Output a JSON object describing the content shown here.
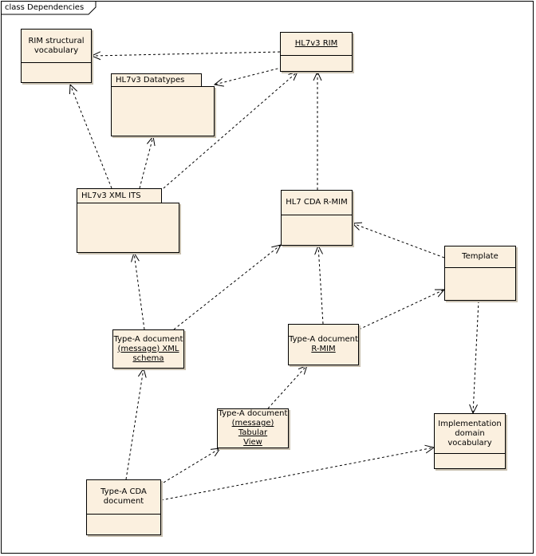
{
  "diagram": {
    "title": "class Dependencies"
  },
  "nodes": {
    "rim_vocab": "RIM structural vocabulary",
    "rim": "HL7v3 RIM",
    "datatypes": "HL7v3 Datatypes",
    "xml_its": "HL7v3 XML ITS",
    "cda_rmim": "HL7 CDA R-MIM",
    "template": "Template",
    "typea_schema_line1": "Type-A document",
    "typea_schema_line2": "(message) XML",
    "typea_schema_line3": "schema",
    "typea_rmim_line1": "Type-A document",
    "typea_rmim_line2": "R-MIM",
    "typea_tabular_line1": "Type-A document",
    "typea_tabular_line2": "(message) Tabular",
    "typea_tabular_line3": "View",
    "impl_vocab_line1": "Implementation",
    "impl_vocab_line2": "domain",
    "impl_vocab_line3": "vocabulary",
    "typea_cda_line1": "Type-A CDA",
    "typea_cda_line2": "document"
  },
  "edges": [
    {
      "from": "HL7v3 RIM",
      "to": "RIM structural vocabulary"
    },
    {
      "from": "HL7v3 RIM",
      "to": "HL7v3 Datatypes"
    },
    {
      "from": "HL7v3 XML ITS",
      "to": "RIM structural vocabulary"
    },
    {
      "from": "HL7v3 XML ITS",
      "to": "HL7v3 Datatypes"
    },
    {
      "from": "HL7v3 XML ITS",
      "to": "HL7v3 RIM"
    },
    {
      "from": "HL7 CDA R-MIM",
      "to": "HL7v3 RIM"
    },
    {
      "from": "Template",
      "to": "HL7 CDA R-MIM"
    },
    {
      "from": "Template",
      "to": "Implementation domain vocabulary"
    },
    {
      "from": "Type-A document (message) XML schema",
      "to": "HL7v3 XML ITS"
    },
    {
      "from": "Type-A document (message) XML schema",
      "to": "HL7 CDA R-MIM"
    },
    {
      "from": "Type-A document R-MIM",
      "to": "HL7 CDA R-MIM"
    },
    {
      "from": "Type-A document R-MIM",
      "to": "Template"
    },
    {
      "from": "Type-A document (message) Tabular View",
      "to": "Type-A document R-MIM"
    },
    {
      "from": "Type-A CDA document",
      "to": "Type-A document (message) XML schema"
    },
    {
      "from": "Type-A CDA document",
      "to": "Type-A document (message) Tabular View"
    },
    {
      "from": "Type-A CDA document",
      "to": "Implementation domain vocabulary"
    }
  ]
}
